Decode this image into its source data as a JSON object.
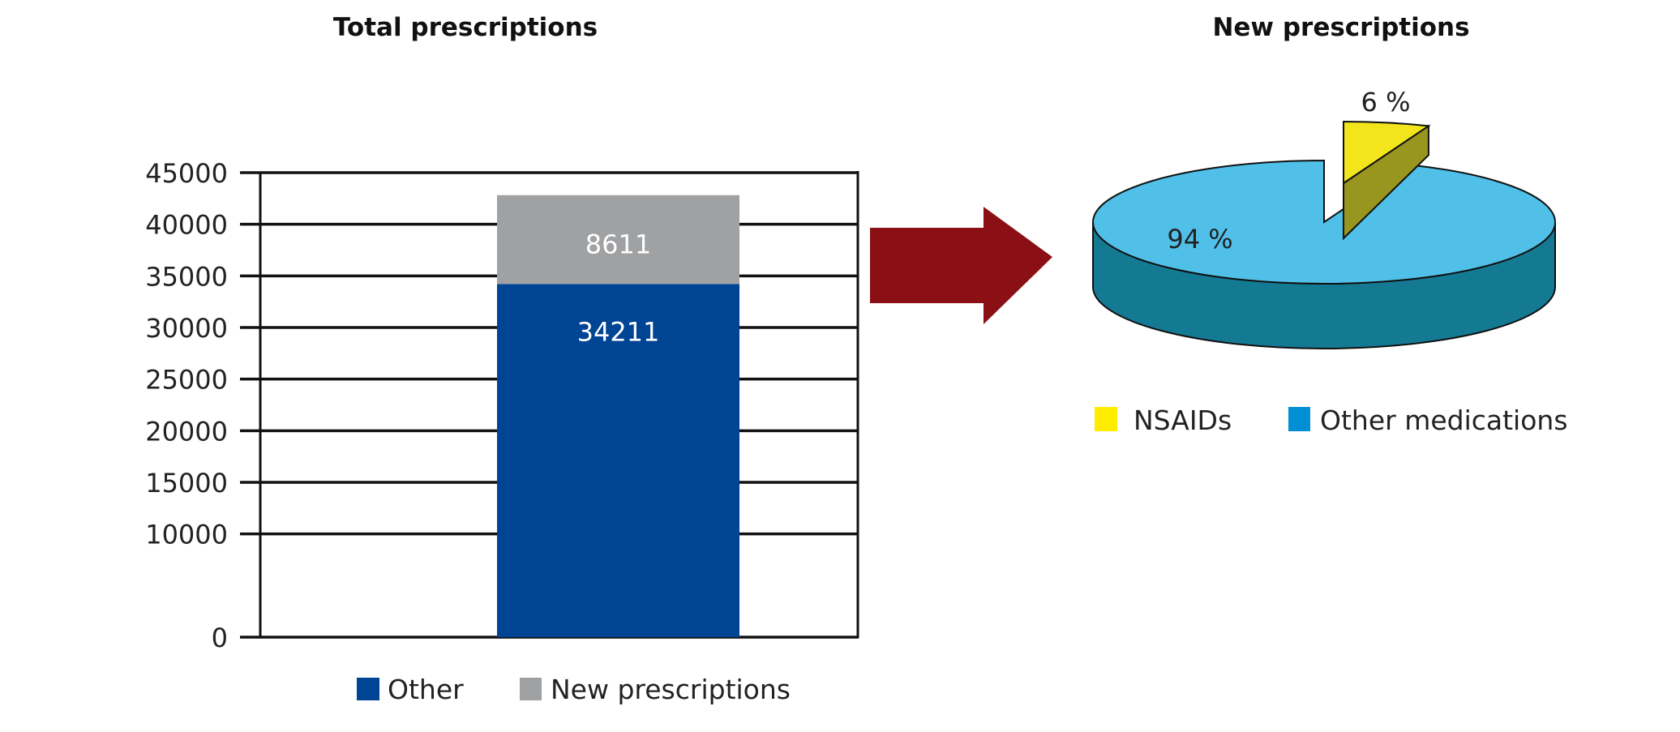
{
  "chart_data": [
    {
      "type": "bar",
      "stacked": true,
      "title": "Total prescriptions",
      "categories": [
        ""
      ],
      "series": [
        {
          "name": "Other",
          "values": [
            34211
          ],
          "color": "#004494"
        },
        {
          "name": "New prescriptions",
          "values": [
            8611
          ],
          "color": "#a0a1a3"
        }
      ],
      "data_labels": [
        "34211",
        "8611"
      ],
      "ylim": [
        0,
        45000
      ],
      "yticks": [
        0,
        10000,
        15000,
        20000,
        25000,
        30000,
        35000,
        40000,
        45000
      ],
      "ytick_labels": [
        "0",
        "10000",
        "15000",
        "20000",
        "25000",
        "30000",
        "35000",
        "40000",
        "45000"
      ],
      "grid": true,
      "legend": "bottom"
    },
    {
      "type": "pie",
      "style": "3d-exploded",
      "title": "New prescriptions",
      "slices": [
        {
          "name": "NSAIDs",
          "value": 6,
          "label": "6 %",
          "color": "#f2e51c",
          "side_color": "#98961e",
          "exploded": true
        },
        {
          "name": "Other medications",
          "value": 94,
          "label": "94 %",
          "color": "#50c0e8",
          "side_color": "#147a94"
        }
      ],
      "legend_colors": [
        "#ffed00",
        "#008fd5"
      ],
      "legend": "bottom"
    }
  ],
  "arrow": {
    "color": "#8b1015",
    "direction": "right"
  }
}
